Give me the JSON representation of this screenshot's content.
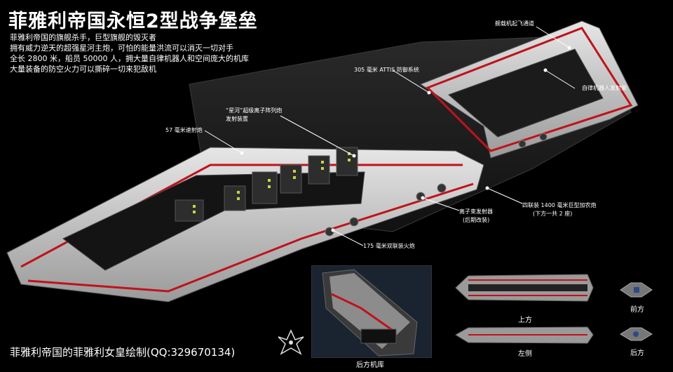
{
  "title": "菲雅利帝国永恒2型战争堡垒",
  "description": [
    "菲雅利帝国的旗舰杀手，巨型旗舰的毁灭者",
    "拥有威力逆天的超强星河主炮，可怕的能量洪流可以消灭一切对手",
    "全长 2800 米，船员 50000 人，拥大量自律机器人和空间庞大的机库",
    "大量装备的防空火力可以撕碎一切来犯敌机"
  ],
  "callouts": {
    "launch_channel": "舰载机起飞通道",
    "attis": "305 毫米 ATTIS 防御系统",
    "drone_launch": "自律机器人发射架",
    "galaxy_cannon_1": "“星河”超级离子阵列炮",
    "galaxy_cannon_2": "发射装置",
    "gun57": "57 毫米速射炮",
    "mass_driver_1": "四联装 1400 毫米巨型加农炮",
    "mass_driver_2": "(下方一共 2 座)",
    "ion_beam_1": "离子束发射器",
    "ion_beam_2": "(后期改装)",
    "gun175": "175 毫米双联装火炮"
  },
  "views": {
    "rear_hangar": "后方机库",
    "top": "上方",
    "front": "前方",
    "side": "左侧",
    "rear": "后方"
  },
  "credit": "菲雅利帝国的菲雅利女皇绘制(QQ:329670134)",
  "colors": {
    "background": "#000000",
    "hull": "#d8d8d8",
    "stripe": "#c0121b",
    "dark_hull": "#222222"
  }
}
